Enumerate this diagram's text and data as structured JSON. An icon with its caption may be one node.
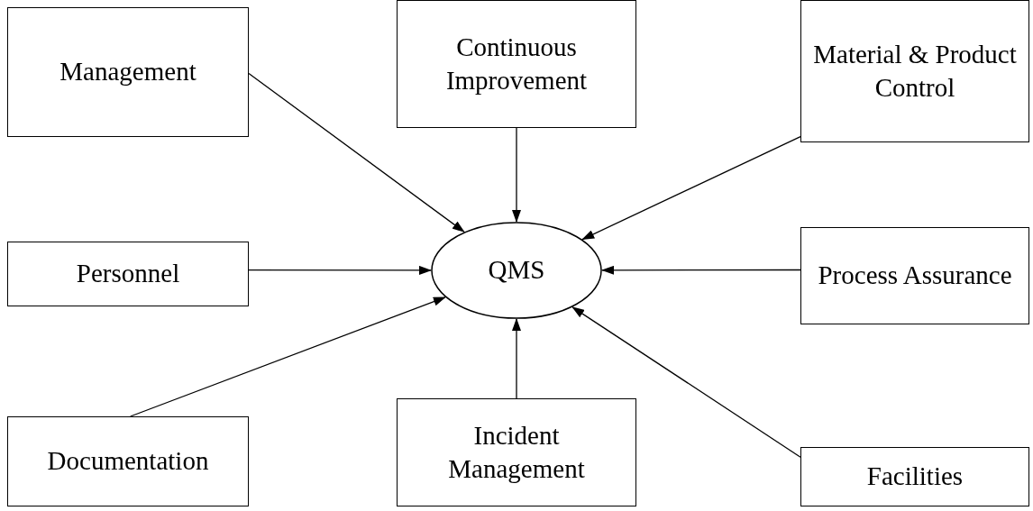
{
  "diagram": {
    "nodes": [
      {
        "text": [
          "Management"
        ]
      },
      {
        "text": [
          "Continuous Improvement"
        ]
      },
      {
        "text": [
          "Material & Product Control"
        ]
      },
      {
        "text": [
          "Personnel"
        ]
      },
      {
        "text": [
          "QMS"
        ]
      },
      {
        "text": [
          "Process Assurance"
        ]
      },
      {
        "text": [
          "Documentation"
        ]
      },
      {
        "text": [
          "Incident Management"
        ]
      },
      {
        "text": [
          "Facilities"
        ]
      }
    ],
    "edges": [
      {
        "from": 0,
        "to": 4,
        "arrow": "to"
      },
      {
        "from": 1,
        "to": 4,
        "arrow": "to"
      },
      {
        "from": 2,
        "to": 4,
        "arrow": "to"
      },
      {
        "from": 3,
        "to": 4,
        "arrow": "to"
      },
      {
        "from": 5,
        "to": 4,
        "arrow": "to"
      },
      {
        "from": 6,
        "to": 4,
        "arrow": "to"
      },
      {
        "from": 7,
        "to": 4,
        "arrow": "to"
      },
      {
        "from": 8,
        "to": 4,
        "arrow": "to"
      }
    ]
  }
}
